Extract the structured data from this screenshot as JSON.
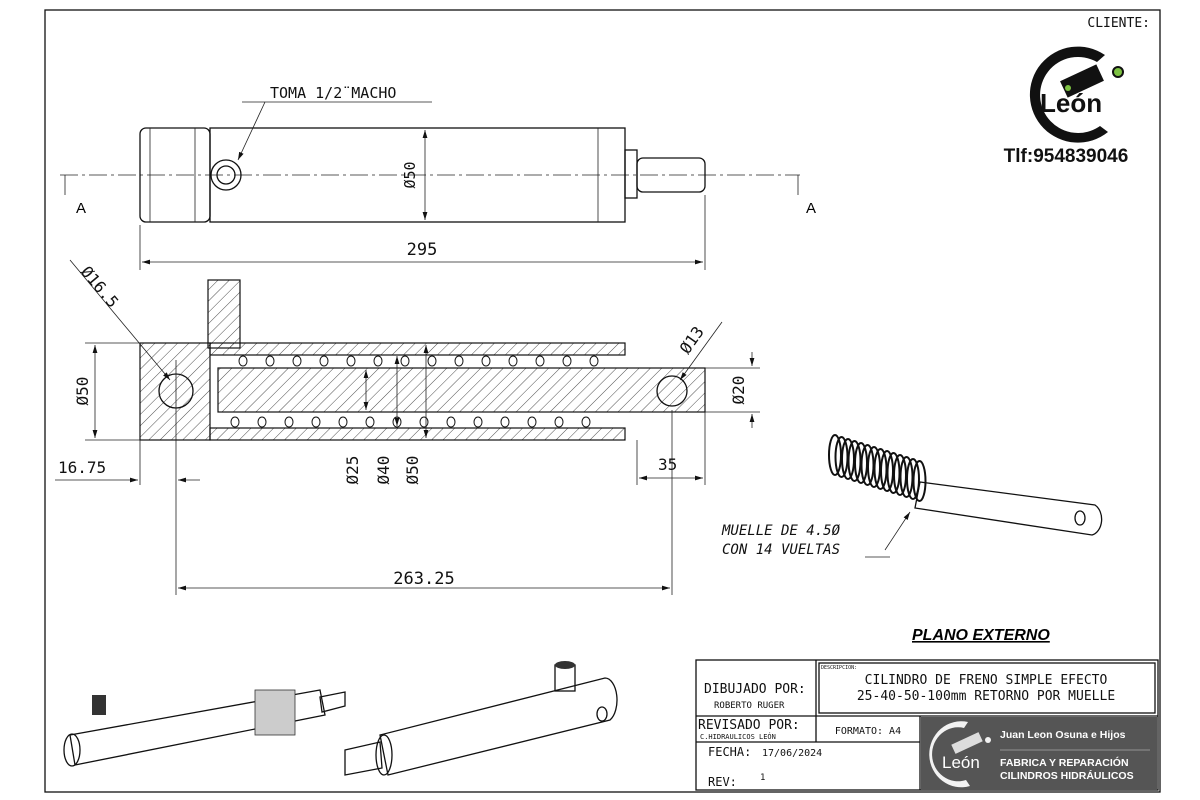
{
  "client": {
    "label": "CLIENTE:",
    "logo_text": "León",
    "phone": "Tlf:954839046"
  },
  "views": {
    "top": {
      "callout": "TOMA 1/2¨MACHO",
      "dia_body": "Ø50",
      "length": "295",
      "section_left": "A",
      "section_right": "A"
    },
    "section": {
      "dia_hole": "Ø16.5",
      "dia_body": "Ø50",
      "dia_25": "Ø25",
      "dia_40": "Ø40",
      "dia_50": "Ø50",
      "dia_rod_hole": "Ø13",
      "dia_rod": "Ø20",
      "offset_left": "16.75",
      "offset_right": "35",
      "center_length": "263.25"
    },
    "spring_note": [
      "MUELLE DE 4.5Ø",
      "CON 14 VUELTAS"
    ]
  },
  "plan_title": "PLANO EXTERNO",
  "title_block": {
    "drawn_by_label": "DIBUJADO POR:",
    "drawn_by": "ROBERTO RUGER",
    "description_label": "DESCRIPCION:",
    "description": [
      "CILINDRO DE FRENO SIMPLE EFECTO",
      "25-40-50-100mm RETORNO POR MUELLE"
    ],
    "reviewed_by_label": "REVISADO POR:",
    "reviewed_by": "C.HIDRAULICOS LEÓN",
    "format": "FORMATO: A4",
    "date_label": "FECHA:",
    "date": "17/06/2024",
    "rev_label": "REV:",
    "rev": "1",
    "company": {
      "logo_text": "León",
      "name": "Juan Leon Osuna e Hijos",
      "line1": "FABRICA Y REPARACIÓN",
      "line2": "CILINDROS HIDRÁULICOS"
    }
  },
  "colors": {
    "accent_green": "#7dc242",
    "company_bg": "#555555"
  }
}
